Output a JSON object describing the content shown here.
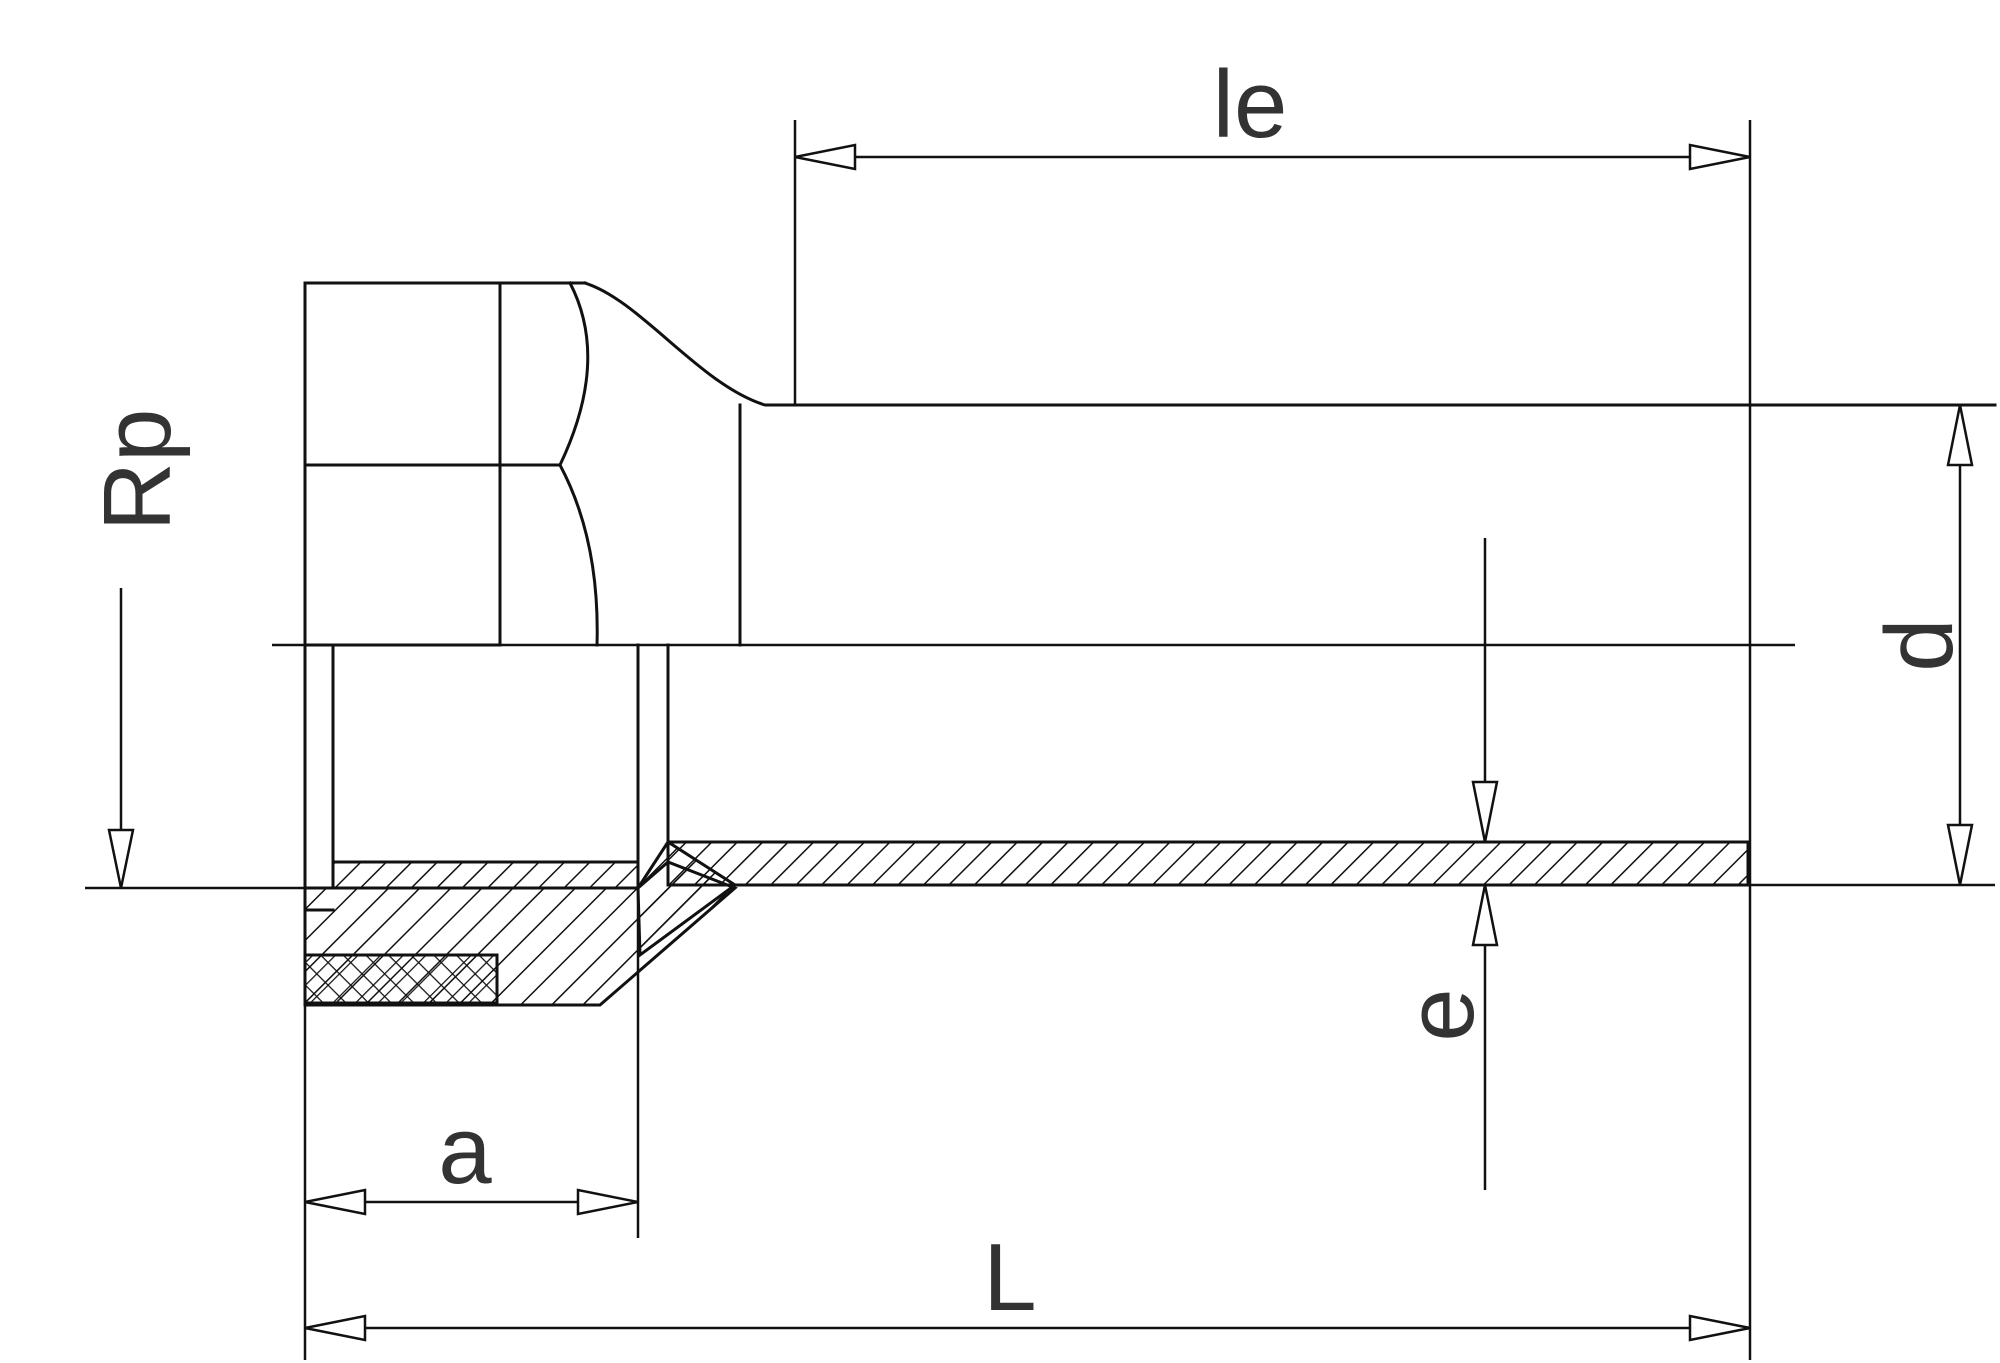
{
  "labels": {
    "le": "le",
    "rp": "Rp",
    "d": "d",
    "e": "e",
    "a": "a",
    "L": "L"
  }
}
